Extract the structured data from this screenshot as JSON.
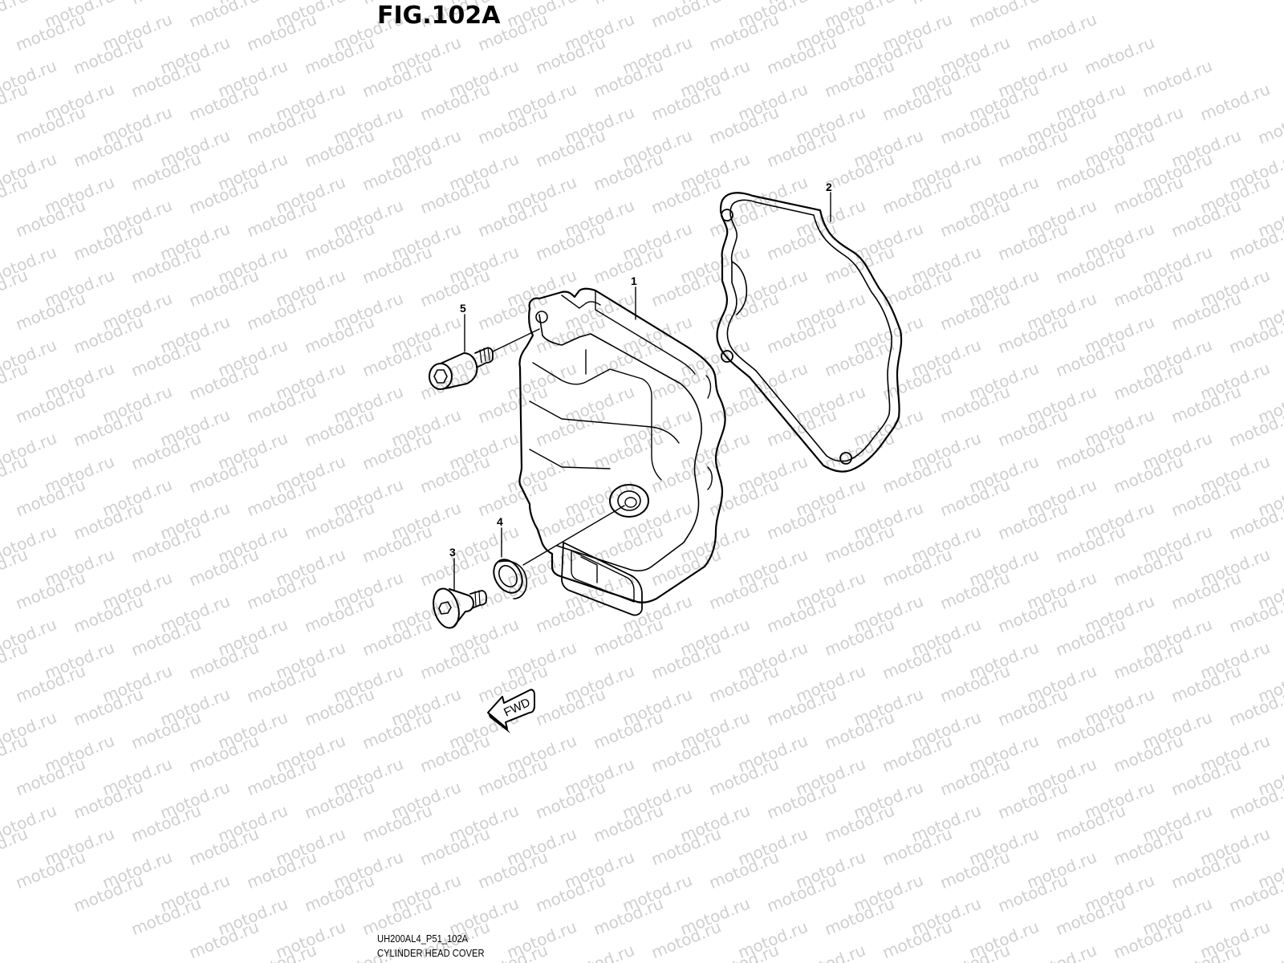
{
  "figure": {
    "title": "FIG.102A",
    "code": "UH200AL4_P51_102A",
    "name": "CYLINDER HEAD COVER"
  },
  "watermark": {
    "text": "motod.ru"
  },
  "callouts": {
    "part_1": "1",
    "part_2": "2",
    "part_3": "3",
    "part_4": "4",
    "part_5": "5"
  },
  "direction_marker": {
    "label": "FWD",
    "icon": "fwd-arrow-icon"
  }
}
